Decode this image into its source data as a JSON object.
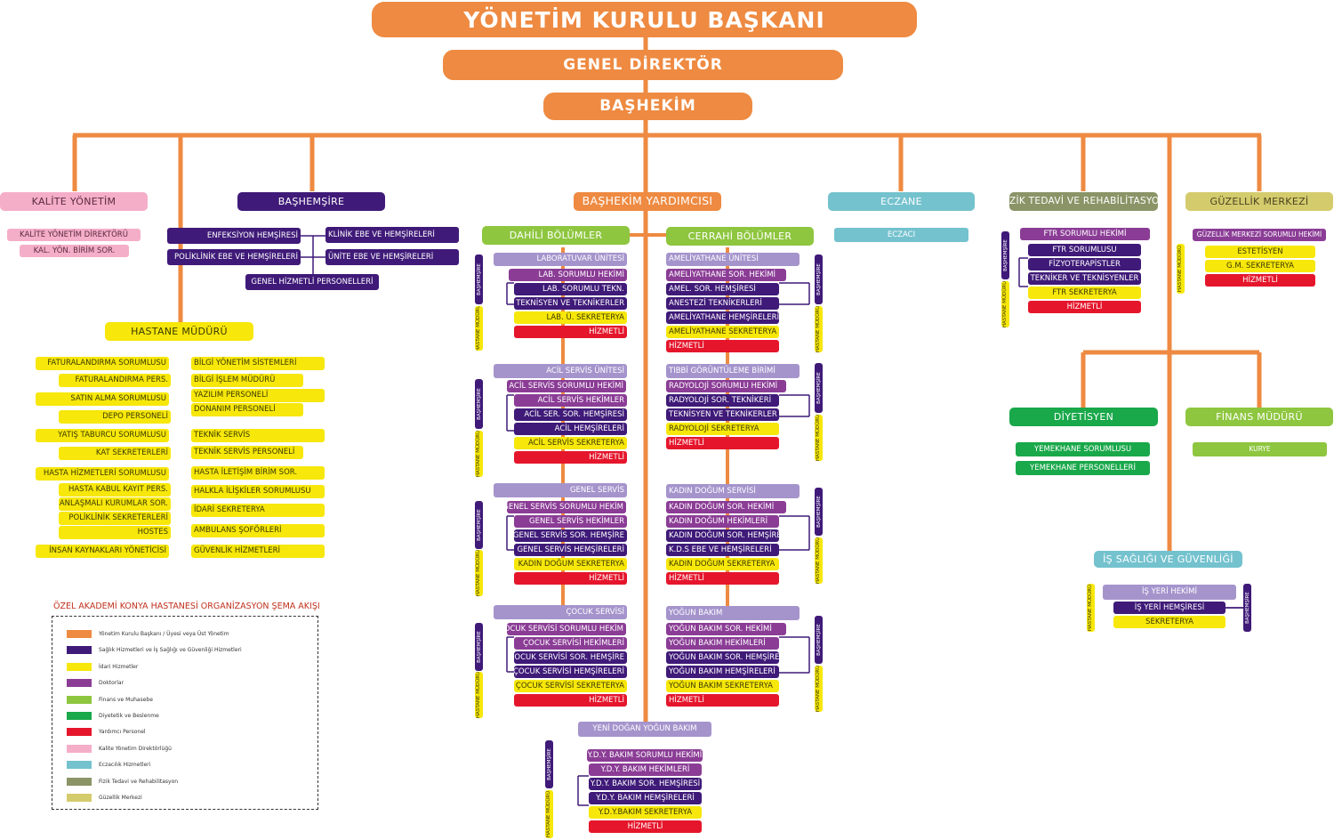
{
  "colors": {
    "orange": "#ee8a41",
    "purple": "#3f1a78",
    "lavender": "#a594cc",
    "yellow": "#f7e70a",
    "red": "#e5162c",
    "pink": "#f5aec8",
    "teal": "#74c2ce",
    "olive": "#8a9467",
    "khaki": "#d4cb6d",
    "green": "#19a84a",
    "lime": "#8ec63f",
    "magenta": "#8b3d96",
    "line": "#ee8a41"
  },
  "top": {
    "chairman": "YÖNETİM KURULU BAŞKANI",
    "director": "GENEL DİREKTÖR",
    "chief": "BAŞHEKİM",
    "deputy": "BAŞHEKİM YARDIMCISI"
  },
  "side_labels": {
    "bh": "BAŞHEMŞİRE",
    "hm": "HASTANE MÜDÜRÜ"
  },
  "quality": {
    "title": "KALİTE YÖNETİM",
    "items": [
      "KALİTE YÖNETİM DİREKTÖRÜ",
      "KAL. YÖN. BİRİM SOR."
    ]
  },
  "nursing": {
    "title": "BAŞHEMŞİRE",
    "items": [
      "ENFEKSİYON HEMŞİRESİ",
      "KLİNİK EBE VE HEMŞİRELERİ",
      "POLİKLİNİK EBE VE HEMŞİRELERİ",
      "ÜNİTE EBE VE HEMŞİRELERİ",
      "GENEL HİZMETLİ PERSONELLERİ"
    ]
  },
  "manager": {
    "title": "HASTANE MÜDÜRÜ",
    "left": [
      "FATURALANDIRMA SORUMLUSU",
      "FATURALANDIRMA PERS.",
      "SATIN ALMA SORUMLUSU",
      "DEPO PERSONELİ",
      "YATIŞ TABURCU SORUMLUSU",
      "KAT SEKRETERLERİ",
      "HASTA HİZMETLERİ SORUMLUSU",
      "HASTA KABUL KAYIT PERS.",
      "ANLAŞMALI KURUMLAR SOR.",
      "POLİKLİNİK SEKRETERLERİ",
      "HOSTES",
      "İNSAN KAYNAKLARI YÖNETİCİSİ"
    ],
    "right": [
      "BİLGİ YÖNETİM SİSTEMLERİ",
      "BİLGİ İŞLEM MÜDÜRÜ",
      "YAZILIM PERSONELİ",
      "DONANIM PERSONELİ",
      "TEKNİK SERVİS",
      "TEKNİK SERVİS PERSONELİ",
      "HASTA İLETİŞİM BİRİM SOR.",
      "HALKLA İLİŞKİLER SORUMLUSU",
      "İDARİ SEKRETERYA",
      "AMBULANS ŞOFÖRLERİ",
      "GÜVENLİK HİZMETLERİ"
    ]
  },
  "dahili": {
    "title": "DAHİLİ BÖLÜMLER",
    "lab": [
      "LABORATUVAR ÜNİTESİ",
      "LAB. SORUMLU HEKİMİ",
      "LAB. SORUMLU TEKN.",
      "TEKNİSYEN VE TEKNİKERLER",
      "LAB. Ü. SEKRETERYA",
      "HİZMETLİ"
    ],
    "acil": [
      "ACİL SERVİS ÜNİTESİ",
      "ACİL SERVİS SORUMLU HEKİMİ",
      "ACİL SERVİS HEKİMLER",
      "ACİL SER. SOR. HEMŞİRESİ",
      "ACİL HEMŞİRELERİ",
      "ACİL SERVİS SEKRETERYA",
      "HİZMETLİ"
    ],
    "genel": [
      "GENEL SERVİS",
      "GENEL SERVİS SORUMLU HEKİM",
      "GENEL SERVİS HEKİMLER",
      "GENEL SERVİS SOR. HEMŞİRE",
      "GENEL SERVİS HEMŞİRELERİ",
      "KADIN DOĞUM SEKRETERYA",
      "HİZMETLİ"
    ],
    "cocuk": [
      "ÇOCUK SERVİSİ",
      "ÇOCUK SERVİSİ SORUMLU HEKİM",
      "ÇOCUK SERVİSİ HEKİMLERİ",
      "ÇOCUK SERVİSİ SOR. HEMŞİRE",
      "ÇOCUK SERVİSİ HEMŞİRELERİ",
      "ÇOCUK SERVİSİ SEKRETERYA",
      "HİZMETLİ"
    ]
  },
  "cerrahi": {
    "title": "CERRAHİ BÖLÜMLER",
    "ameliyat": [
      "AMELİYATHANE ÜNİTESİ",
      "AMELİYATHANE SOR. HEKİMİ",
      "AMEL. SOR. HEMŞİRESİ",
      "ANESTEZİ TEKNİKERLERİ",
      "AMELİYATHANE HEMŞİRELERİ",
      "AMELİYATHANE SEKRETERYA",
      "HİZMETLİ"
    ],
    "radyoloji": [
      "TIBBİ GÖRÜNTÜLEME BİRİMİ",
      "RADYOLOJİ SORUMLU HEKİMİ",
      "RADYOLOJİ SOR. TEKNİKERİ",
      "TEKNİSYEN VE TEKNİKERLER",
      "RADYOLOJİ SEKRETERYA",
      "HİZMETLİ"
    ],
    "kadin": [
      "KADIN DOĞUM SERVİSİ",
      "KADIN DOĞUM SOR. HEKİMİ",
      "KADIN DOĞUM HEKİMLERİ",
      "KADIN DOĞUM SOR. HEMŞİRESİ",
      "K.D.S EBE VE HEMŞİRELERİ",
      "KADIN DOĞUM SEKRETERYA",
      "HİZMETLİ"
    ],
    "yogun": [
      "YOĞUN BAKIM",
      "YOĞUN BAKIM SOR. HEKİMİ",
      "YOĞUN BAKIM HEKİMLERİ",
      "YOĞUN BAKIM SOR. HEMŞİRESİ",
      "YOĞUN BAKIM HEMŞİRELERİ",
      "YOĞUN BAKIM SEKRETERYA",
      "HİZMETLİ"
    ]
  },
  "ydyb": [
    "YENİ DOĞAN YOĞUN BAKIM",
    "Y.D.Y. BAKIM SORUMLU HEKİMİ",
    "Y.D.Y. BAKIM HEKİMLERİ",
    "Y.D.Y. BAKIM SOR. HEMŞİRESİ",
    "Y.D.Y. BAKIM HEMŞİRELERİ",
    "Y.D.Y.BAKIM SEKRETERYA",
    "HİZMETLİ"
  ],
  "eczane": {
    "title": "ECZANE",
    "items": [
      "ECZACI"
    ]
  },
  "fizik": {
    "title": "FİZİK TEDAVİ VE REHABİLİTASYON",
    "items": [
      "FTR SORUMLU HEKİMİ",
      "FTR SORUMLUSU",
      "FİZYOTERAPİSTLER",
      "TEKNİKER VE TEKNİSYENLER",
      "FTR SEKRETERYA",
      "HİZMETLİ"
    ]
  },
  "guzellik": {
    "title": "GÜZELLİK MERKEZİ",
    "items": [
      "GÜZELLİK MERKEZİ SORUMLU HEKİMİ",
      "ESTETİSYEN",
      "G.M. SEKRETERYA",
      "HİZMETLİ"
    ]
  },
  "diyet": {
    "title": "DİYETİSYEN",
    "items": [
      "YEMEKHANE SORUMLUSU",
      "YEMEKHANE PERSONELLERİ"
    ]
  },
  "finans": {
    "title": "FİNANS MÜDÜRÜ",
    "items": [
      "KURYE"
    ]
  },
  "isg": {
    "title": "İŞ SAĞLIĞI VE GÜVENLİĞİ",
    "items": [
      "İŞ YERİ HEKİMİ",
      "İŞ YERİ HEMŞİRESİ",
      "SEKRETERYA"
    ]
  },
  "legend": {
    "title": "ÖZEL AKADEMİ KONYA HASTANESİ ORGANİZASYON ŞEMA AKIŞI",
    "items": [
      {
        "label": "Yönetim Kurulu Başkanı / Üyesi veya Üst Yönetim",
        "color": "#ee8a41"
      },
      {
        "label": "Sağlık Hizmetleri ve İş Sağlığı ve Güvenliği Hizmetleri",
        "color": "#3f1a78"
      },
      {
        "label": "İdari Hizmetler",
        "color": "#f7e70a"
      },
      {
        "label": "Doktorlar",
        "color": "#8b3d96"
      },
      {
        "label": "Finans ve Muhasebe",
        "color": "#8ec63f"
      },
      {
        "label": "Diyetetik ve Beslenme",
        "color": "#19a84a"
      },
      {
        "label": "Yardımcı Personel",
        "color": "#e5162c"
      },
      {
        "label": "Kalite Yönetim Direktörlüğü",
        "color": "#f5aec8"
      },
      {
        "label": "Eczacılık Hizmetleri",
        "color": "#74c2ce"
      },
      {
        "label": "Fizik Tedavi ve Rehabilitasyon",
        "color": "#8a9467"
      },
      {
        "label": "Güzellik Merkezi",
        "color": "#d4cb6d"
      }
    ]
  }
}
